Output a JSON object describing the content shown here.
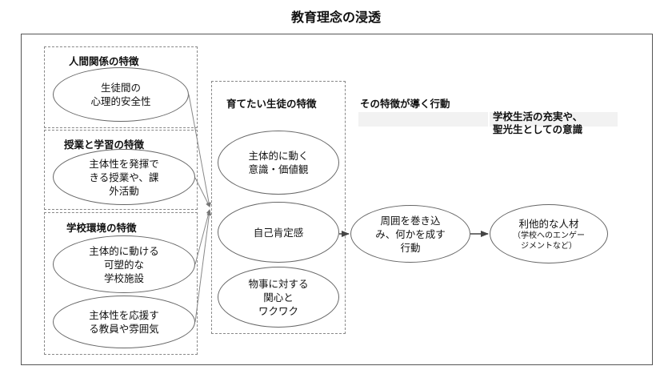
{
  "title": "教育理念の浸透",
  "groups": {
    "human": {
      "label": "人間関係の特徴",
      "items": [
        "生徒間の\n心理的安全性"
      ]
    },
    "class": {
      "label": "授業と学習の特徴",
      "items": [
        "主体性を発揮で\nきる授業や、課\n外活動"
      ]
    },
    "school": {
      "label": "学校環境の特徴",
      "items": [
        "主体的に動ける\n可塑的な\n学校施設",
        "主体性を応援す\nる教員や雰囲気"
      ]
    }
  },
  "traits": {
    "label": "育てたい生徒の特徴",
    "items": [
      "主体的に動く\n意識・価値観",
      "自己肯定感",
      "物事に対する\n関心と\nワクワク"
    ]
  },
  "action": {
    "label": "その特徴が導く行動",
    "item": "周囲を巻き込\nみ、何かを成す\n行動"
  },
  "outcome": {
    "label": "学校生活の充実や、\n聖光生としての意識",
    "main": "利他的な人材",
    "sub": "（学校へのエンゲー\nジメントなど）"
  }
}
